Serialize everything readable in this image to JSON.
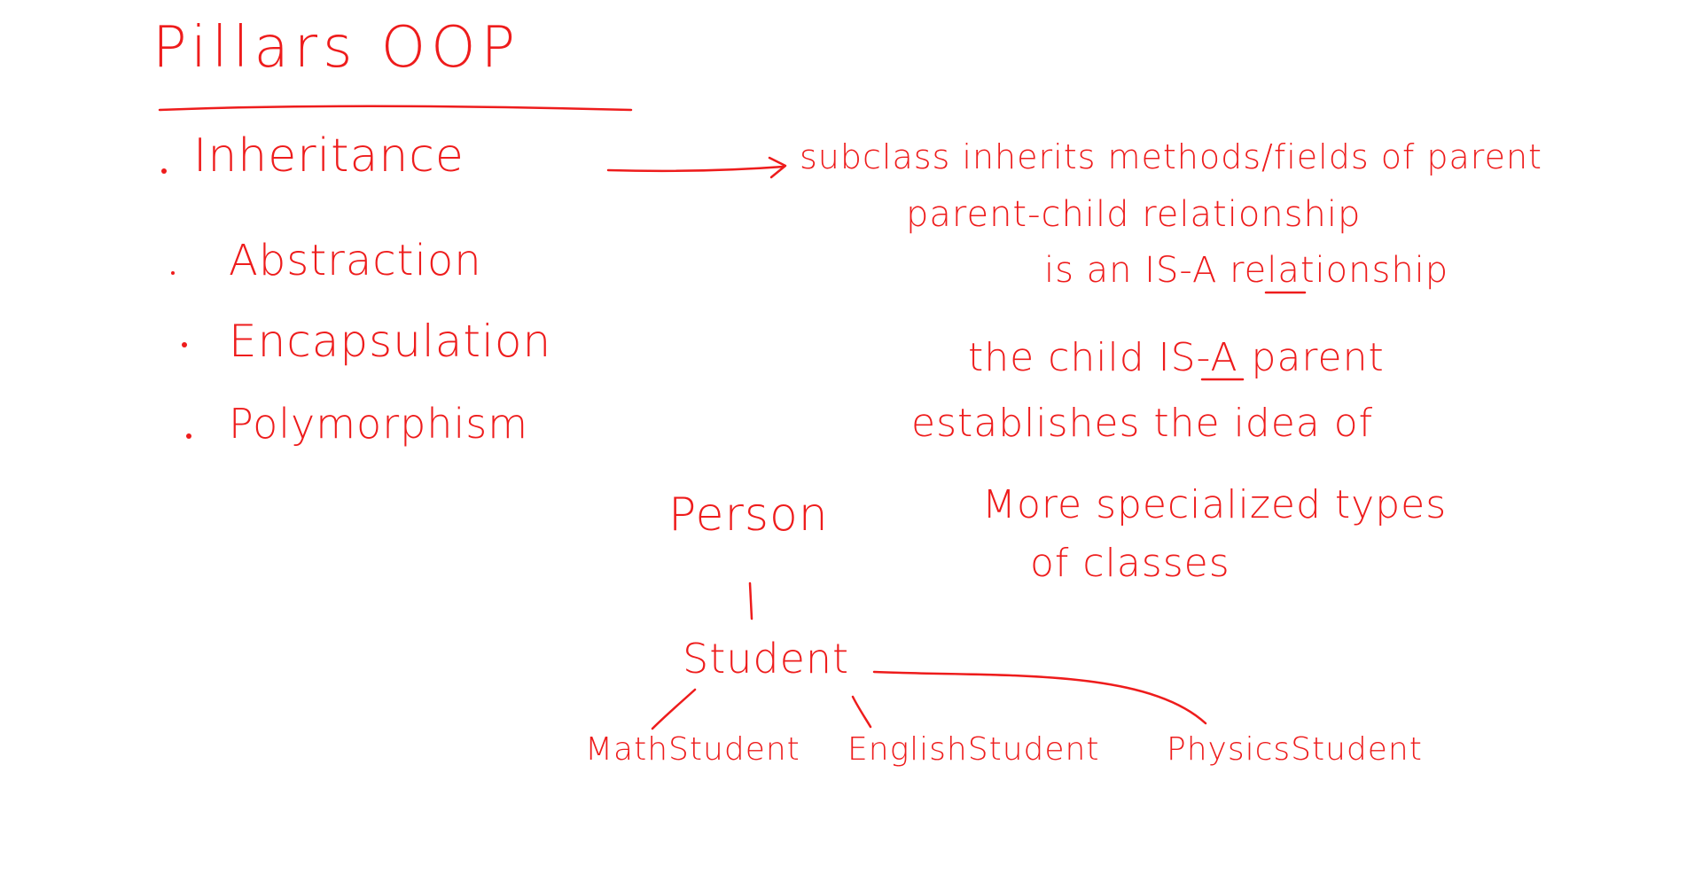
{
  "title": "Pillars  OOP",
  "pillars": [
    "Inheritance",
    "Abstraction",
    "Encapsulation",
    "Polymorphism"
  ],
  "description": [
    "subclass inherits methods/fields of parent",
    "parent-child relationship",
    "is an IS-A relationship",
    "the child IS-A parent",
    "establishes the idea of",
    "More specialized types",
    "of classes"
  ],
  "hierarchy": {
    "root": "Person",
    "child": "Student",
    "leaves": [
      "MathStudent",
      "EnglishStudent",
      "PhysicsStudent"
    ]
  },
  "colors": {
    "ink": "#ee1c1c",
    "background": "#ffffff"
  }
}
